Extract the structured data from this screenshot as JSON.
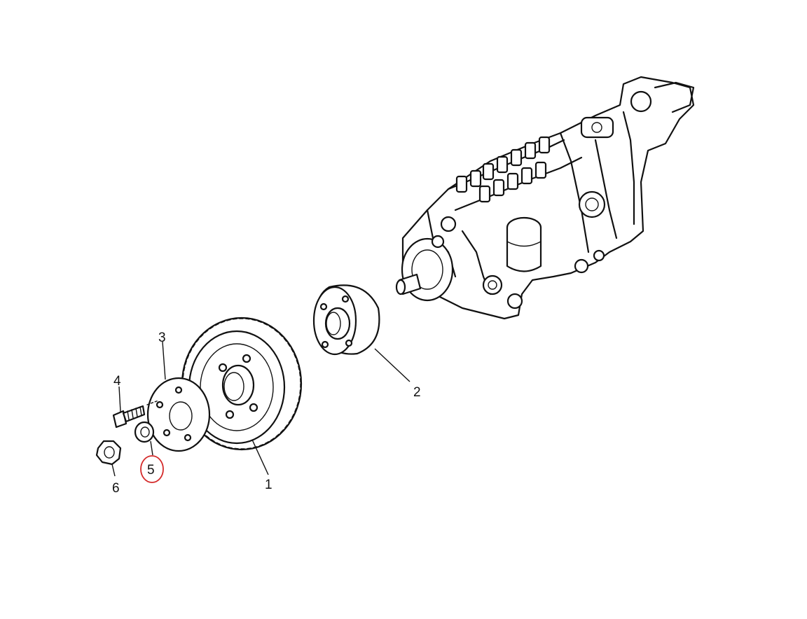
{
  "callouts": [
    {
      "id": "1",
      "label": "1"
    },
    {
      "id": "2",
      "label": "2"
    },
    {
      "id": "3",
      "label": "3"
    },
    {
      "id": "4",
      "label": "4"
    },
    {
      "id": "5",
      "label": "5",
      "highlighted": true
    },
    {
      "id": "6",
      "label": "6"
    }
  ],
  "colors": {
    "line": "#111111",
    "highlight": "#d42a2a",
    "background": "#ffffff"
  }
}
